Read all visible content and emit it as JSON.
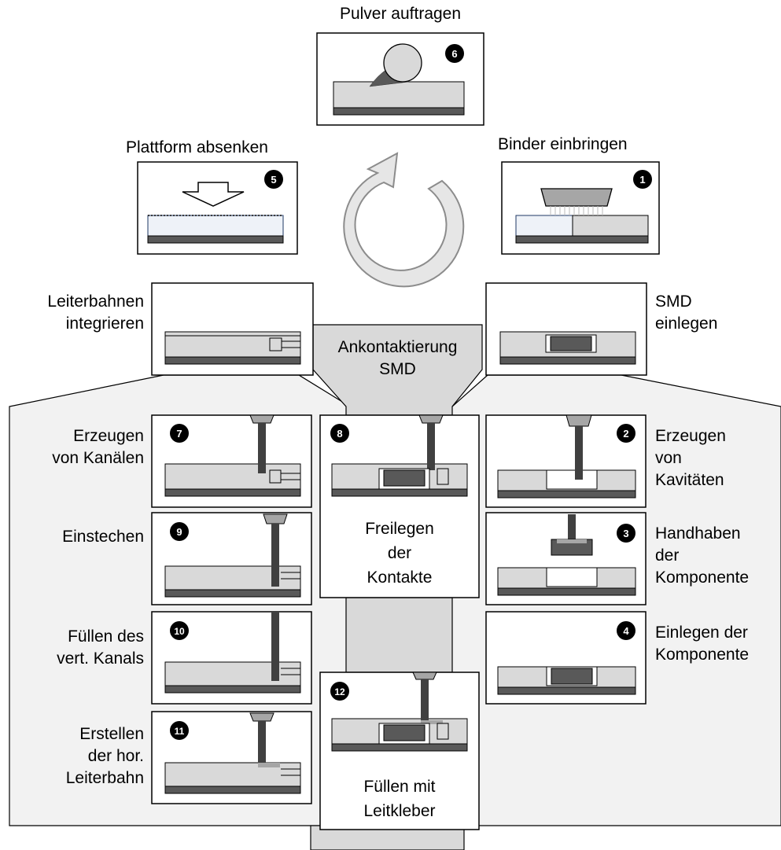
{
  "steps": {
    "s6": {
      "label": "Pulver auftragen",
      "num": "6"
    },
    "s5": {
      "label": "Plattform absenken",
      "num": "5"
    },
    "s1": {
      "label": "Binder einbringen",
      "num": "1"
    },
    "leiter": {
      "line1": "Leiterbahnen",
      "line2": "integrieren"
    },
    "smd": {
      "line1": "SMD",
      "line2": "einlegen"
    },
    "center": {
      "line1": "Ankontaktierung",
      "line2": "SMD"
    },
    "s7": {
      "line1": "Erzeugen",
      "line2": "von Kanälen",
      "num": "7"
    },
    "s9": {
      "line1": "Einstechen",
      "num": "9"
    },
    "s10": {
      "line1": "Füllen des",
      "line2": "vert. Kanals",
      "num": "10"
    },
    "s11": {
      "line1": "Erstellen",
      "line2": "der hor.",
      "line3": "Leiterbahn",
      "num": "11"
    },
    "s8": {
      "line1": "Freilegen",
      "line2": "der",
      "line3": "Kontakte",
      "num": "8"
    },
    "s12": {
      "line1": "Füllen mit",
      "line2": "Leitkleber",
      "num": "12"
    },
    "s2": {
      "line1": "Erzeugen",
      "line2": "von",
      "line3": "Kavitäten",
      "num": "2"
    },
    "s3": {
      "line1": "Handhaben",
      "line2": "der",
      "line3": "Komponente",
      "num": "3"
    },
    "s4": {
      "line1": "Einlegen der",
      "line2": "Komponente",
      "num": "4"
    }
  },
  "colors": {
    "panel": "#f2f2f2",
    "funnel": "#d9d9d9",
    "layer": "#d9d9d9",
    "base": "#595959",
    "tool": "#404040"
  }
}
